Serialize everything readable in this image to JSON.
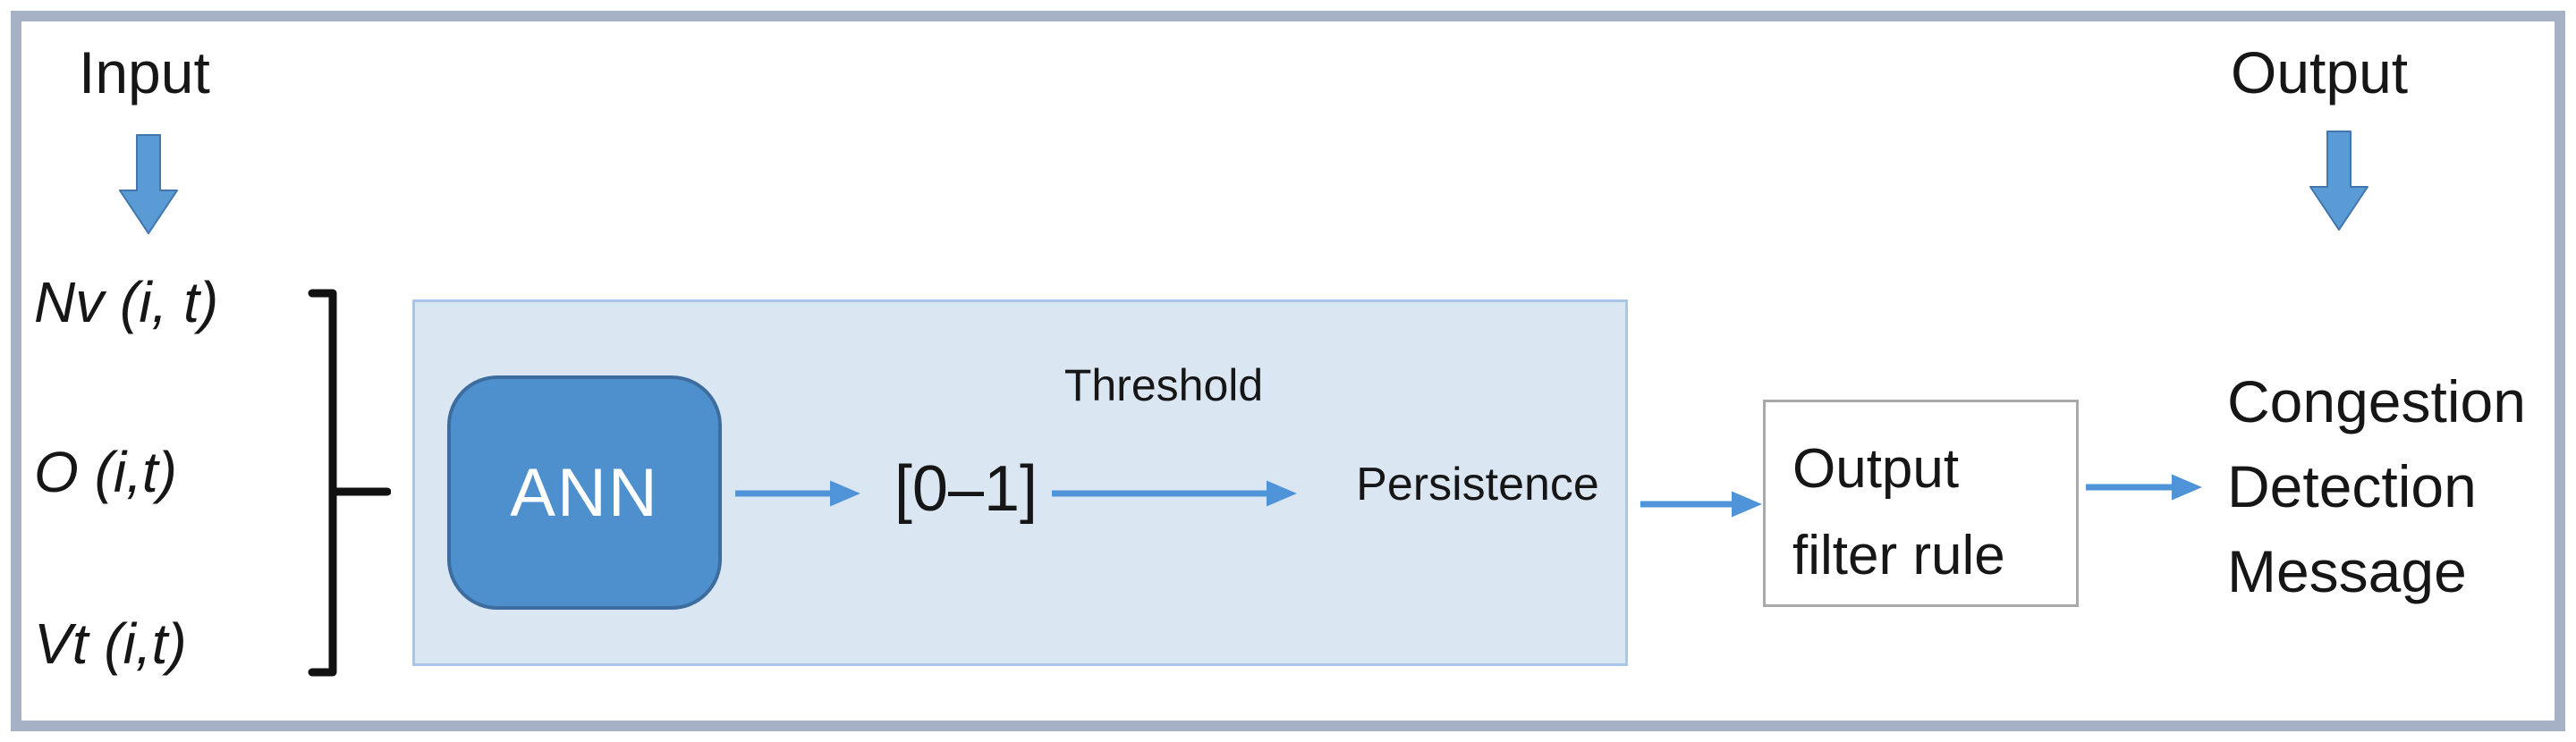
{
  "io": {
    "input_label": "Input",
    "output_label": "Output"
  },
  "input_signals": [
    "Nv (i, t)",
    "O (i,t)",
    "Vt (i,t)"
  ],
  "pipeline": {
    "ann_label": "ANN",
    "range_label": "[0–1]",
    "threshold_label": "Threshold",
    "persistence_label": "Persistence",
    "filter_box": {
      "line1": "Output",
      "line2": "filter rule"
    },
    "result": {
      "line1": "Congestion",
      "line2": "Detection",
      "line3": "Message"
    }
  },
  "colors": {
    "arrow_blue": "#4f94d8",
    "block_arrow_fill": "#5b9bd5",
    "block_arrow_border": "#4276ac",
    "panel_fill": "#dbe6f3",
    "panel_border": "#a9c6e8",
    "ann_fill": "#4e90cd",
    "ann_border": "#3d6d9e",
    "frame_border": "#a6b1c5",
    "filter_box_border": "#a9a9a9",
    "brace_color": "#111111",
    "text": "#161616"
  }
}
